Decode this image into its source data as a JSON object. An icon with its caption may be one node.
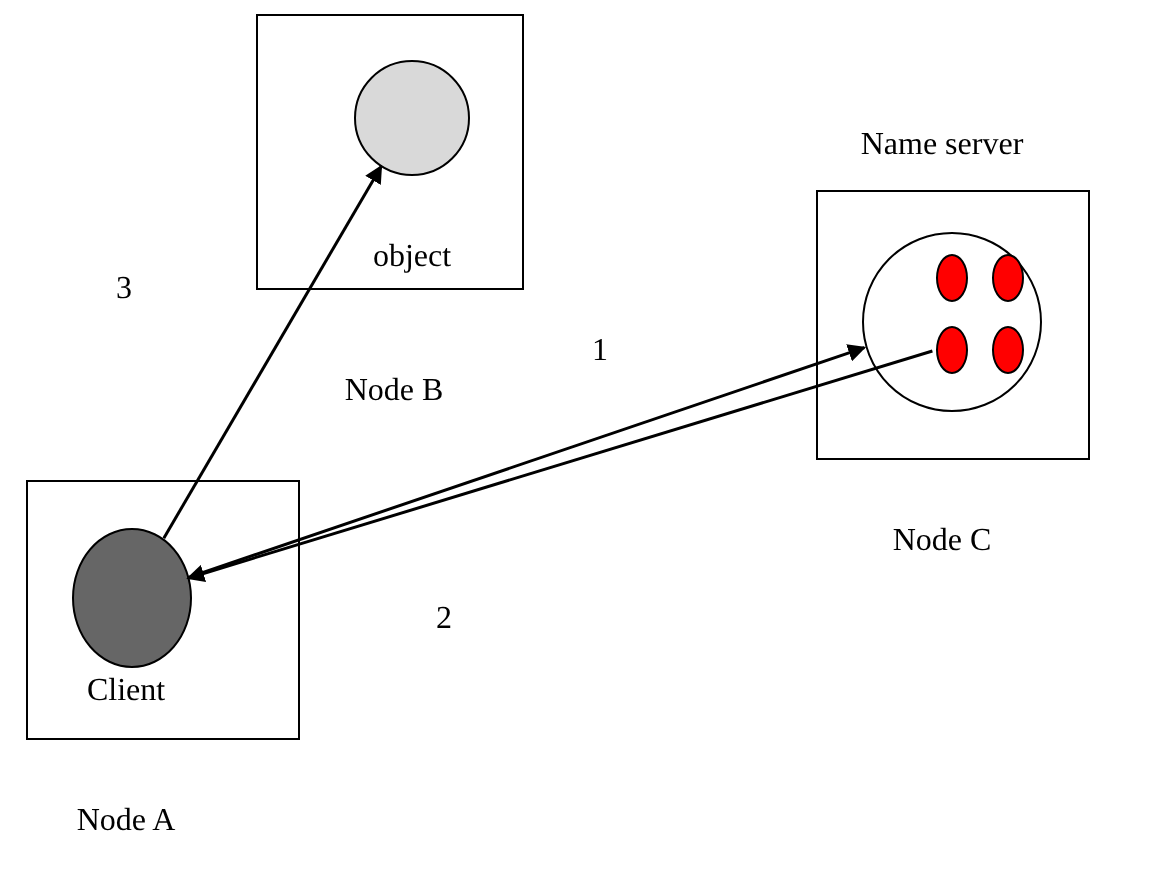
{
  "diagram": {
    "nodes": [
      {
        "text": [
          "Node B"
        ]
      },
      {
        "text": [],
        "shape": "circle",
        "in": 0,
        "beside": [
          "object"
        ]
      },
      {
        "text": [
          "Node A"
        ]
      },
      {
        "text": [],
        "shape": "circle",
        "in": 2,
        "beside": [
          "Client"
        ]
      },
      {
        "text": [
          "Name server",
          "Node C"
        ]
      },
      {
        "text": [],
        "shape": "circle",
        "in": 4
      },
      {
        "text": [],
        "shape": "circle",
        "in": 5
      },
      {
        "text": [],
        "shape": "circle",
        "in": 5
      },
      {
        "text": [],
        "shape": "circle",
        "in": 5
      },
      {
        "text": [],
        "shape": "circle",
        "in": 5
      }
    ],
    "edges": [
      {
        "from": 3,
        "to": 1,
        "arrow": "to",
        "label": "3"
      },
      {
        "from": 3,
        "to": 5,
        "arrow": "to",
        "label": "1"
      },
      {
        "from": 8,
        "to": 3,
        "arrow": "to",
        "label": "2"
      }
    ]
  }
}
